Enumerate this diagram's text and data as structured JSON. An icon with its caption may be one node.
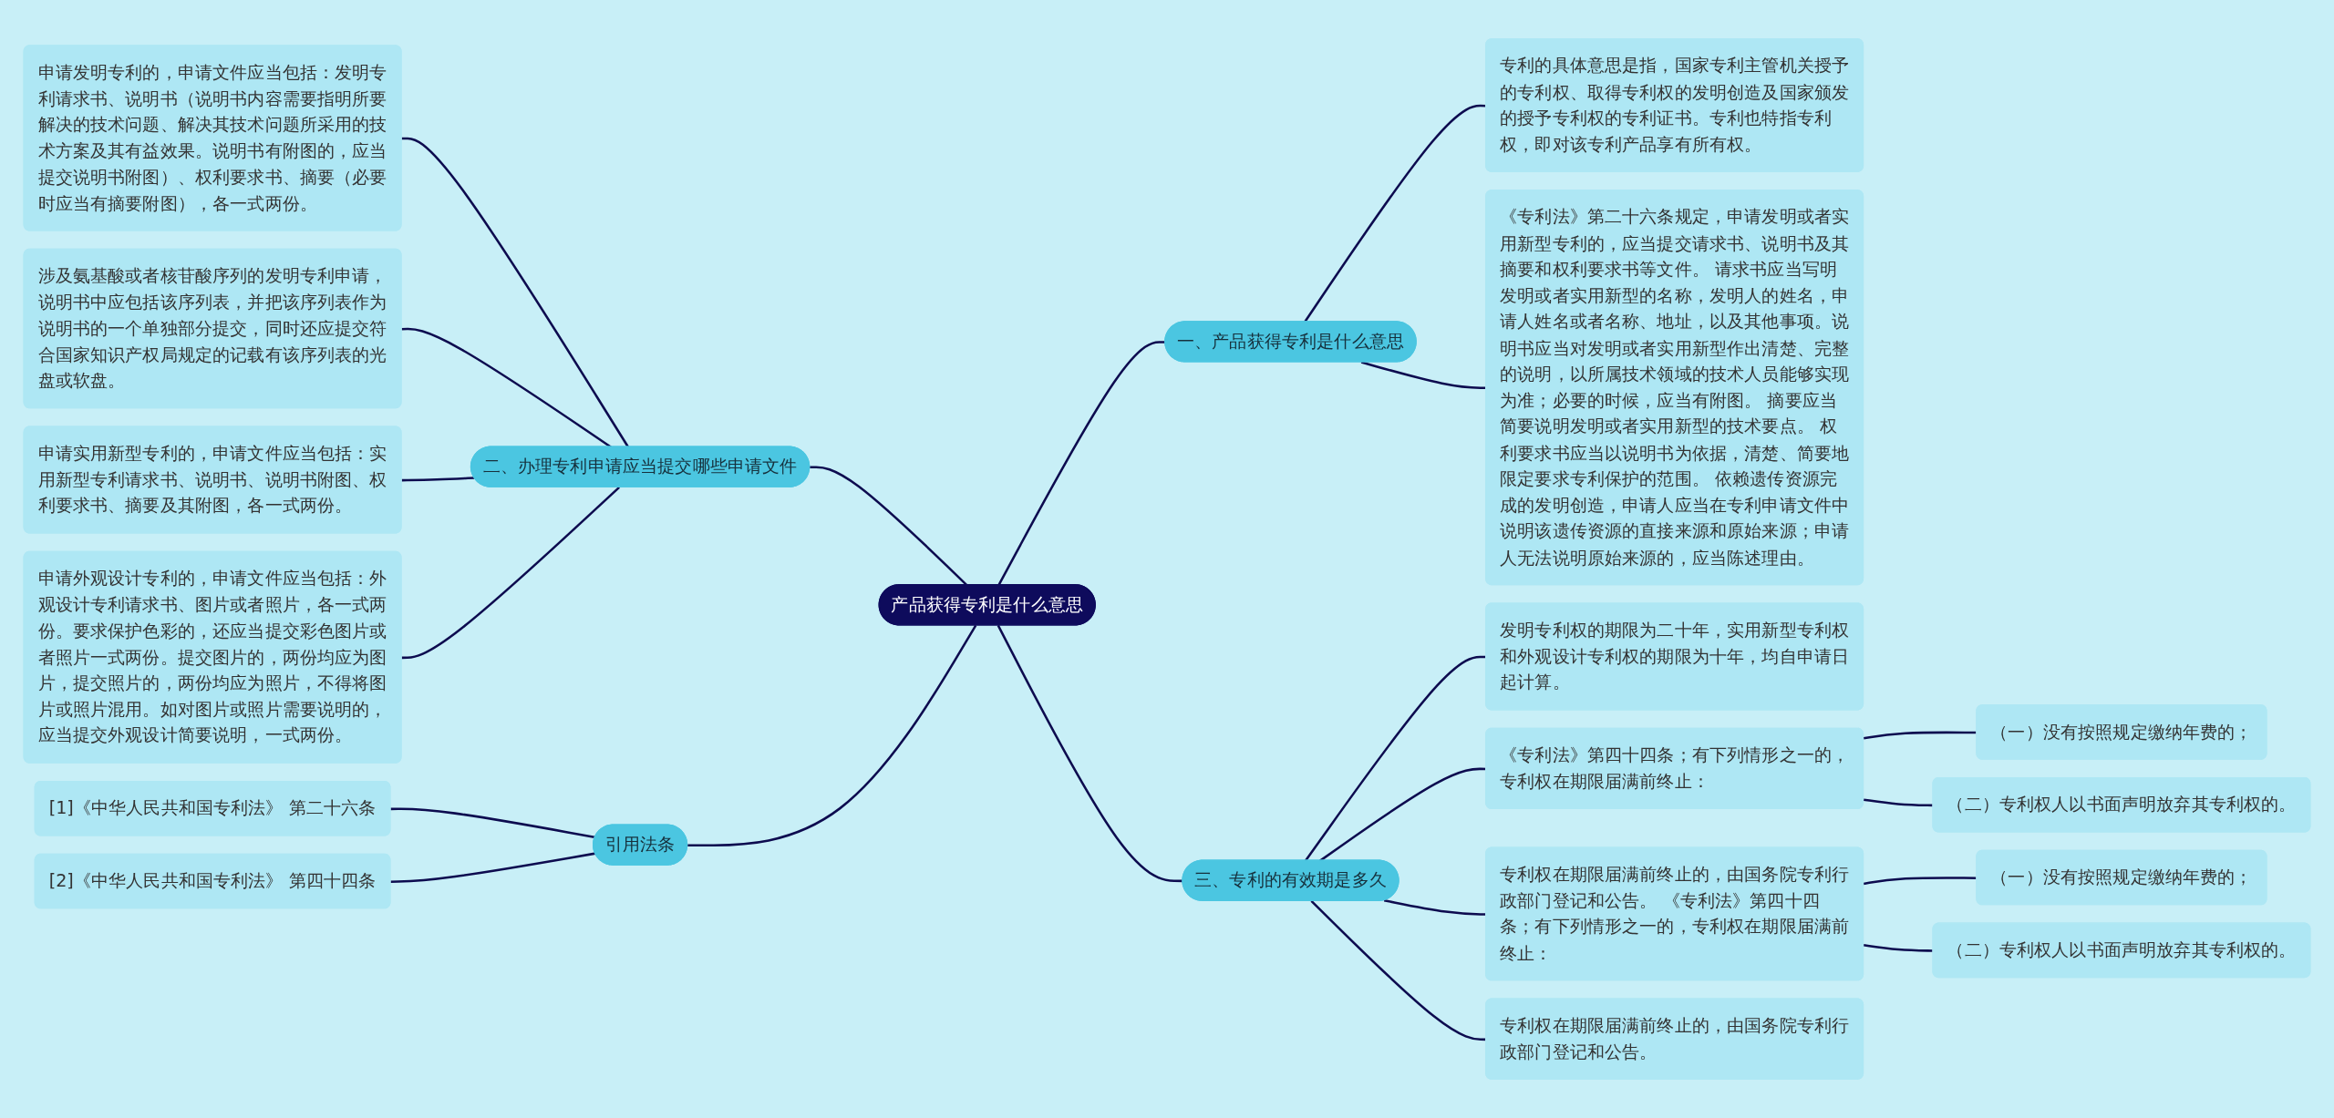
{
  "diagram": {
    "nodes": [
      {
        "text": [
          "产品获得专利是什么意思"
        ]
      },
      {
        "text": [
          "一、产品获得专利是什么意思"
        ]
      },
      {
        "text": [
          "专利的具体意思是指，国家专利主管机关授予的专利权、取得专利权的发明创造及国家颁发的授予专利权的专利证书。专利也特指专利权，即对该专利产品享有所有权。"
        ]
      },
      {
        "text": [
          "《专利法》第二十六条规定，申请发明或者实用新型专利的，应当提交请求书、说明书及其摘要和权利要求书等文件。 请求书应当写明发明或者实用新型的名称，发明人的姓名，申请人姓名或者名称、地址，以及其他事项。说明书应当对发明或者实用新型作出清楚、完整的说明，以所属技术领域的技术人员能够实现为准；必要的时候，应当有附图。 摘要应当简要说明发明或者实用新型的技术要点。 权利要求书应当以说明书为依据，清楚、简要地限定要求专利保护的范围。 依赖遗传资源完成的发明创造，申请人应当在专利申请文件中说明该遗传资源的直接来源和原始来源；申请人无法说明原始来源的，应当陈述理由。"
        ]
      },
      {
        "text": [
          "二、办理专利申请应当提交哪些申请文件"
        ]
      },
      {
        "text": [
          "申请发明专利的，申请文件应当包括：发明专利请求书、说明书（说明书内容需要指明所要解决的技术问题、解决其技术问题所采用的技术方案及其有益效果。说明书有附图的，应当提交说明书附图）、权利要求书、摘要（必要时应当有摘要附图），各一式两份。"
        ]
      },
      {
        "text": [
          "涉及氨基酸或者核苷酸序列的发明专利申请，说明书中应包括该序列表，并把该序列表作为说明书的一个单独部分提交，同时还应提交符合国家知识产权局规定的记载有该序列表的光盘或软盘。"
        ]
      },
      {
        "text": [
          "申请实用新型专利的，申请文件应当包括：实用新型专利请求书、说明书、说明书附图、权利要求书、摘要及其附图，各一式两份。"
        ]
      },
      {
        "text": [
          "申请外观设计专利的，申请文件应当包括：外观设计专利请求书、图片或者照片，各一式两份。要求保护色彩的，还应当提交彩色图片或者照片一式两份。提交图片的，两份均应为图片，提交照片的，两份均应为照片，不得将图片或照片混用。如对图片或照片需要说明的，应当提交外观设计简要说明，一式两份。"
        ]
      },
      {
        "text": [
          "三、专利的有效期是多久"
        ]
      },
      {
        "text": [
          "发明专利权的期限为二十年，实用新型专利权和外观设计专利权的期限为十年，均自申请日起计算。"
        ]
      },
      {
        "text": [
          "《专利法》第四十四条；有下列情形之一的，专利权在期限届满前终止："
        ]
      },
      {
        "text": [
          "（一）没有按照规定缴纳年费的；"
        ]
      },
      {
        "text": [
          "（二）专利权人以书面声明放弃其专利权的。"
        ]
      },
      {
        "text": [
          "专利权在期限届满前终止的，由国务院专利行政部门登记和公告。 《专利法》第四十四条；有下列情形之一的，专利权在期限届满前终止："
        ]
      },
      {
        "text": [
          "（一）没有按照规定缴纳年费的；"
        ]
      },
      {
        "text": [
          "（二）专利权人以书面声明放弃其专利权的。"
        ]
      },
      {
        "text": [
          "专利权在期限届满前终止的，由国务院专利行政部门登记和公告。"
        ]
      },
      {
        "text": [
          "引用法条"
        ]
      },
      {
        "text": [
          "[1]《中华人民共和国专利法》 第二十六条"
        ]
      },
      {
        "text": [
          "[2]《中华人民共和国专利法》 第四十四条"
        ]
      }
    ],
    "edges": [
      {
        "from": 0,
        "to": 1,
        "arrow": "none"
      },
      {
        "from": 1,
        "to": 2,
        "arrow": "none"
      },
      {
        "from": 1,
        "to": 3,
        "arrow": "none"
      },
      {
        "from": 0,
        "to": 4,
        "arrow": "none"
      },
      {
        "from": 4,
        "to": 5,
        "arrow": "none"
      },
      {
        "from": 4,
        "to": 6,
        "arrow": "none"
      },
      {
        "from": 4,
        "to": 7,
        "arrow": "none"
      },
      {
        "from": 4,
        "to": 8,
        "arrow": "none"
      },
      {
        "from": 0,
        "to": 9,
        "arrow": "none"
      },
      {
        "from": 9,
        "to": 10,
        "arrow": "none"
      },
      {
        "from": 9,
        "to": 11,
        "arrow": "none"
      },
      {
        "from": 11,
        "to": 12,
        "arrow": "none"
      },
      {
        "from": 11,
        "to": 13,
        "arrow": "none"
      },
      {
        "from": 9,
        "to": 14,
        "arrow": "none"
      },
      {
        "from": 14,
        "to": 15,
        "arrow": "none"
      },
      {
        "from": 14,
        "to": 16,
        "arrow": "none"
      },
      {
        "from": 9,
        "to": 17,
        "arrow": "none"
      },
      {
        "from": 0,
        "to": 18,
        "arrow": "none"
      },
      {
        "from": 18,
        "to": 19,
        "arrow": "none"
      },
      {
        "from": 18,
        "to": 20,
        "arrow": "none"
      }
    ]
  }
}
